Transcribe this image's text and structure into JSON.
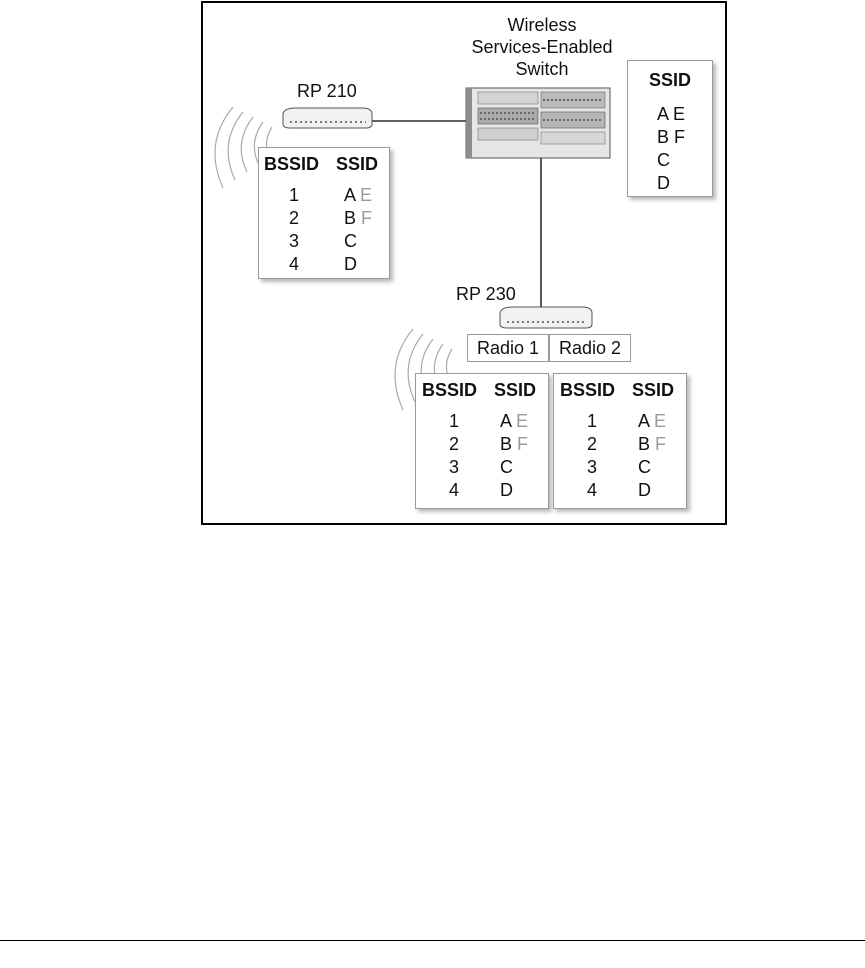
{
  "switch": {
    "title_lines": [
      "Wireless",
      "Services-Enabled",
      "Switch"
    ]
  },
  "switch_ssid": {
    "header": "SSID",
    "rows": [
      "A E",
      "B F",
      "C",
      "D"
    ]
  },
  "rp210": {
    "label": "RP 210",
    "header_bssid": "BSSID",
    "header_ssid": "SSID",
    "rows": [
      {
        "bssid": "1",
        "ssid": "A",
        "extra": "E"
      },
      {
        "bssid": "2",
        "ssid": "B",
        "extra": "F"
      },
      {
        "bssid": "3",
        "ssid": "C",
        "extra": ""
      },
      {
        "bssid": "4",
        "ssid": "D",
        "extra": ""
      }
    ]
  },
  "rp230": {
    "label": "RP 230",
    "radio1": {
      "label": "Radio 1",
      "header_bssid": "BSSID",
      "header_ssid": "SSID",
      "rows": [
        {
          "bssid": "1",
          "ssid": "A",
          "extra": "E"
        },
        {
          "bssid": "2",
          "ssid": "B",
          "extra": "F"
        },
        {
          "bssid": "3",
          "ssid": "C",
          "extra": ""
        },
        {
          "bssid": "4",
          "ssid": "D",
          "extra": ""
        }
      ]
    },
    "radio2": {
      "label": "Radio 2",
      "header_bssid": "BSSID",
      "header_ssid": "SSID",
      "rows": [
        {
          "bssid": "1",
          "ssid": "A",
          "extra": "E"
        },
        {
          "bssid": "2",
          "ssid": "B",
          "extra": "F"
        },
        {
          "bssid": "3",
          "ssid": "C",
          "extra": ""
        },
        {
          "bssid": "4",
          "ssid": "D",
          "extra": ""
        }
      ]
    }
  },
  "colors": {
    "line": "#000000",
    "dimmed_text": "#9a9a9a",
    "card_border": "#9a9a9a"
  }
}
